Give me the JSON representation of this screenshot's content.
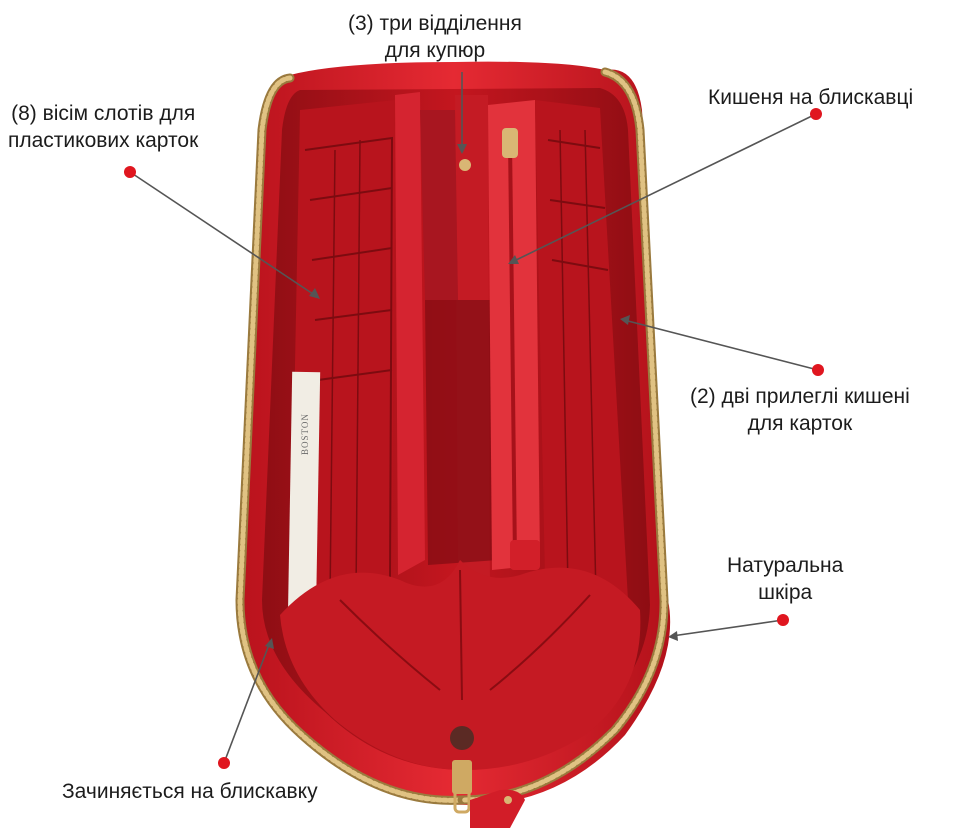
{
  "annotations": {
    "bill_compartments": {
      "line1": "(3) три відділення",
      "line2": "для купюр"
    },
    "card_slots": {
      "line1": "(8) вісім слотів для",
      "line2": "пластикових карток"
    },
    "zip_pocket": {
      "line1": "Кишеня на блискавці"
    },
    "side_pockets": {
      "line1": "(2) дві прилеглі кишені",
      "line2": "для карток"
    },
    "leather": {
      "line1": "Натуральна",
      "line2": "шкіра"
    },
    "zip_closure": {
      "line1": "Зачиняється на блискавку"
    }
  },
  "photo": {
    "brand_tag_text": "BOSTON"
  },
  "colors": {
    "wallet_red": "#d8202c",
    "lining_red": "#a51419",
    "zipper_gold": "#c9a45c",
    "marker_red": "#e0161f",
    "pointer_line": "#555555",
    "text": "#1c1c1c"
  }
}
